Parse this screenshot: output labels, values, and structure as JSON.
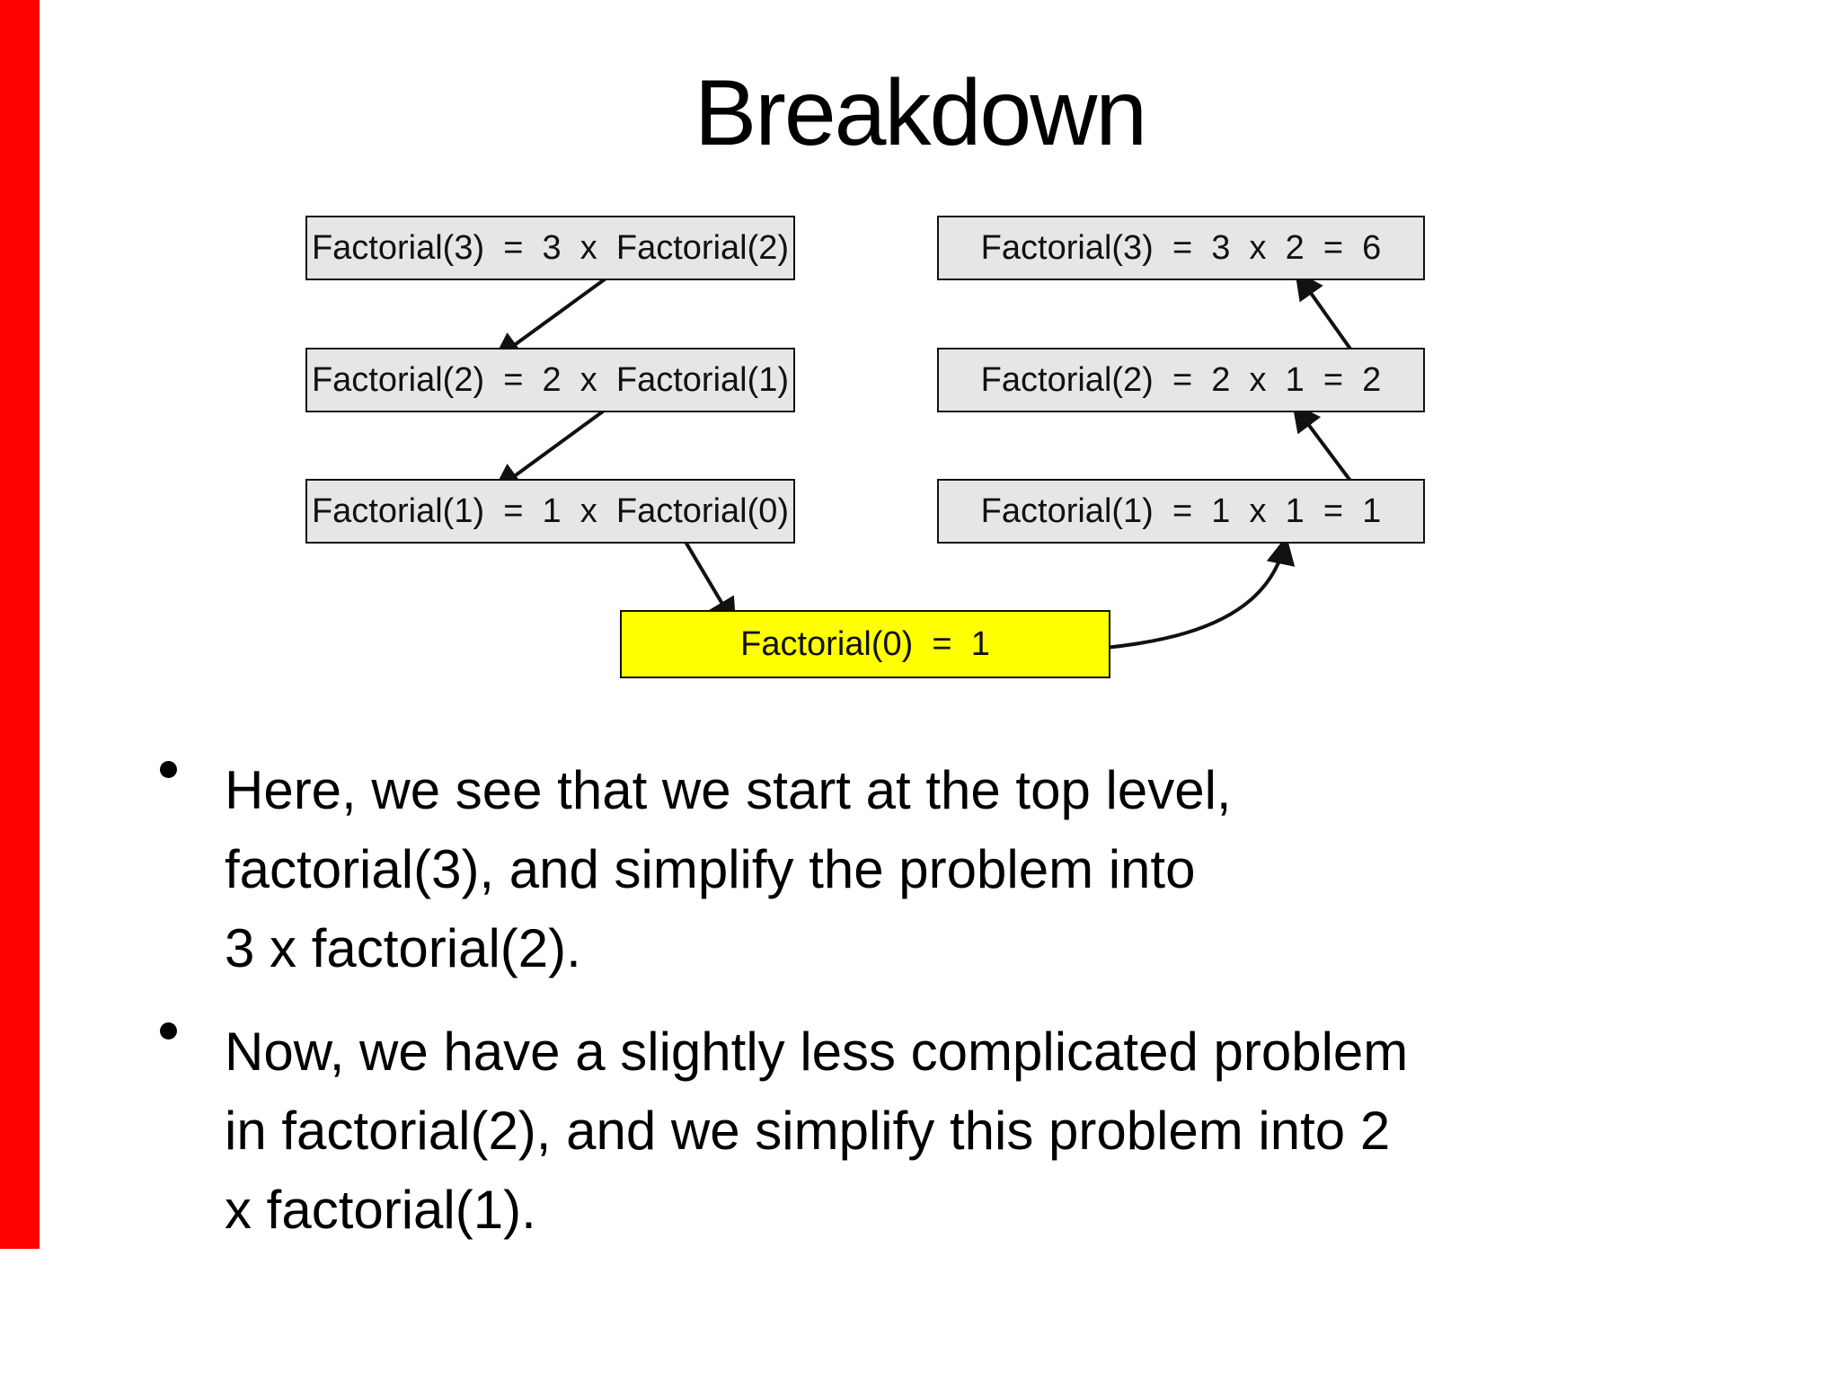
{
  "slide": {
    "title": "Breakdown",
    "colors": {
      "accent": "#fe0202",
      "background": "#ffffff",
      "box_fill": "#e6e6e6",
      "box_border": "#111111",
      "highlight_fill": "#ffff00",
      "arrow": "#111111",
      "text": "#000000"
    },
    "diagram": {
      "left_boxes": [
        "Factorial(3)  =  3  x  Factorial(2)",
        "Factorial(2)  =  2  x  Factorial(1)",
        "Factorial(1)  =  1  x  Factorial(0)"
      ],
      "right_boxes": [
        "Factorial(3)  =  3  x  2  =  6",
        "Factorial(2)  =  2  x  1  =  2",
        "Factorial(1)  =  1  x  1  =  1"
      ],
      "base_box": "Factorial(0)  =  1"
    },
    "bullets": [
      {
        "lines": [
          "Here, we see that we start at the top level,",
          "factorial(3), and simplify the problem into",
          "3 x factorial(2)."
        ]
      },
      {
        "lines": [
          "Now, we have a slightly less complicated problem",
          "in factorial(2), and we simplify this problem into 2",
          "x factorial(1)."
        ]
      }
    ]
  }
}
